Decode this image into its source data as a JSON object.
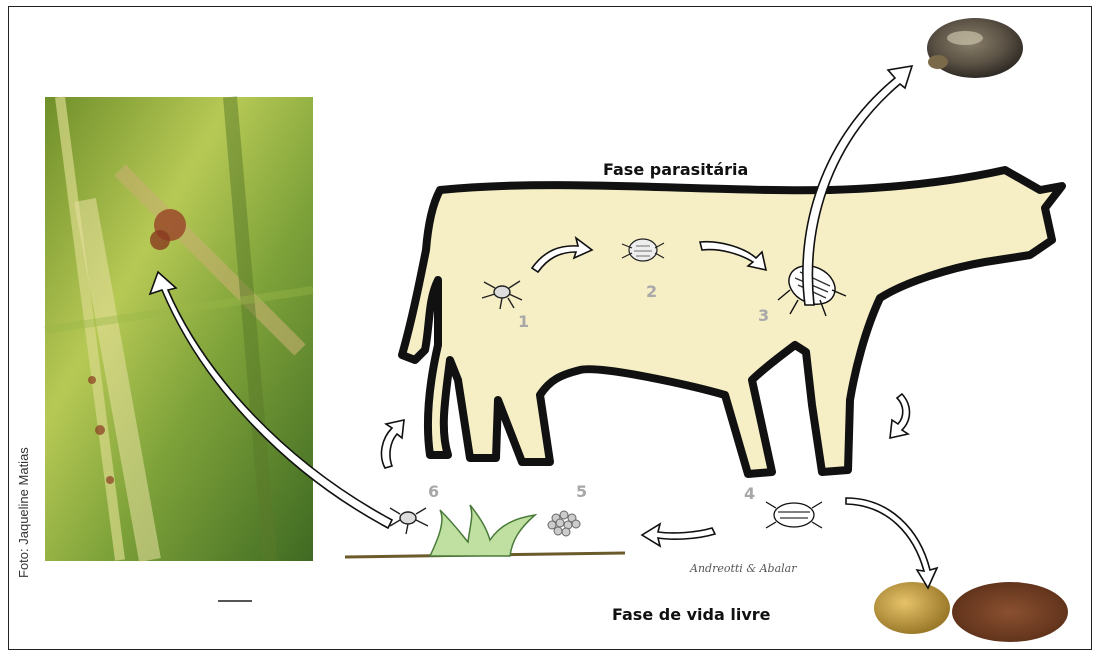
{
  "labels": {
    "parasitic_phase": "Fase parasitária",
    "free_phase": "Fase de vida livre",
    "photo_credit": "Foto: Jaqueline Matias",
    "signature": "Andreotti & Abalar"
  },
  "stages": [
    {
      "num": "1"
    },
    {
      "num": "2"
    },
    {
      "num": "3"
    },
    {
      "num": "4"
    },
    {
      "num": "5"
    },
    {
      "num": "6"
    }
  ],
  "colors": {
    "cow_fill": "#f6efc6",
    "cow_outline": "#111111",
    "grass_fill": "#bfe0a0",
    "ground": "#6b5a2a",
    "stage_number": "#a8a8a8"
  }
}
